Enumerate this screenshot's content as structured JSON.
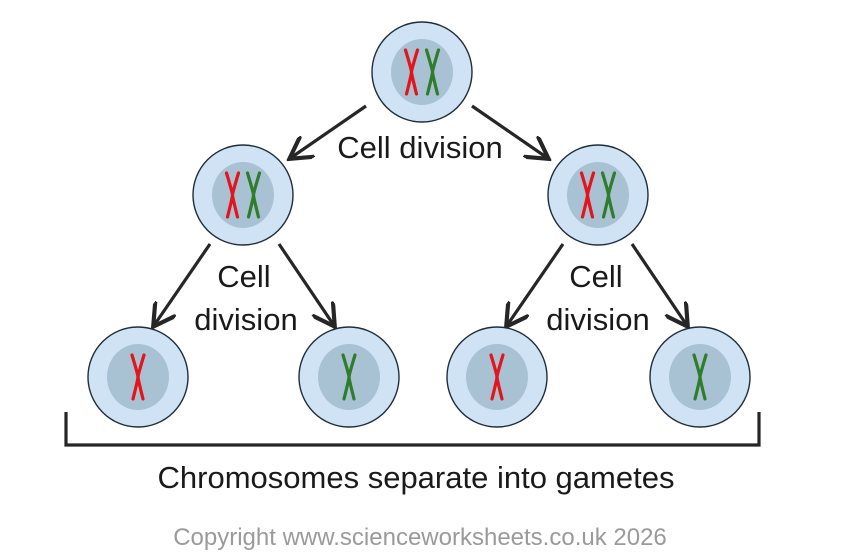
{
  "labels": {
    "top_division": "Cell division",
    "left_division_line1": "Cell",
    "left_division_line2": "division",
    "right_division_line1": "Cell",
    "right_division_line2": "division",
    "caption": "Chromosomes separate into gametes",
    "copyright": "Copyright www.scienceworksheets.co.uk 2026"
  },
  "colors": {
    "cytoplasm": "#cfe3f5",
    "membrane": "#1f2d3a",
    "nucleus": "#a9c2d3",
    "chromosome_maternal": "#e3141b",
    "chromosome_paternal": "#2f7d2a",
    "arrow": "#262626"
  },
  "cells": [
    {
      "id": "parent",
      "chromosomes": [
        "red",
        "green"
      ]
    },
    {
      "id": "daughter-left",
      "chromosomes": [
        "red",
        "green"
      ]
    },
    {
      "id": "daughter-right",
      "chromosomes": [
        "red",
        "green"
      ]
    },
    {
      "id": "gamete-1",
      "chromosomes": [
        "red"
      ]
    },
    {
      "id": "gamete-2",
      "chromosomes": [
        "green"
      ]
    },
    {
      "id": "gamete-3",
      "chromosomes": [
        "red"
      ]
    },
    {
      "id": "gamete-4",
      "chromosomes": [
        "green"
      ]
    }
  ]
}
